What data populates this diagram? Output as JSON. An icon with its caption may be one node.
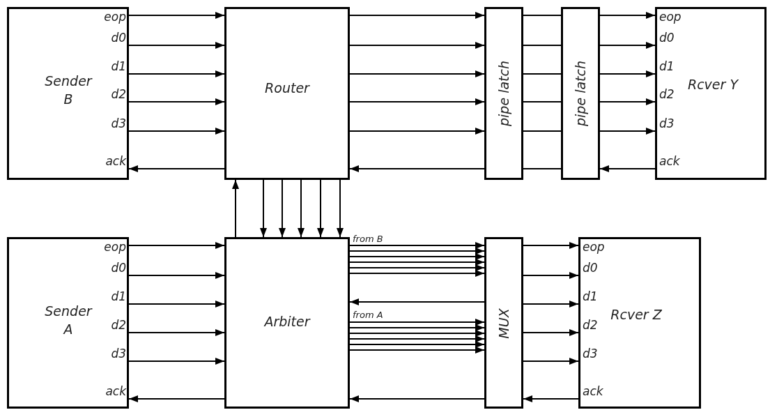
{
  "diagram": {
    "nodes": [
      {
        "text": [
          "Sender B"
        ]
      },
      {
        "text": [
          "Router"
        ]
      },
      {
        "text": [
          "pipe latch"
        ]
      },
      {
        "text": [
          "pipe latch"
        ]
      },
      {
        "text": [
          "Rcver Y"
        ]
      },
      {
        "text": [
          "Sender A"
        ]
      },
      {
        "text": [
          "Arbiter"
        ]
      },
      {
        "text": [
          "MUX"
        ]
      },
      {
        "text": [
          "Rcver Z"
        ]
      }
    ],
    "edges": [
      {
        "from": 0,
        "to": 1,
        "arrow": "to"
      },
      {
        "from": 0,
        "to": 1,
        "arrow": "to"
      },
      {
        "from": 0,
        "to": 1,
        "arrow": "to"
      },
      {
        "from": 0,
        "to": 1,
        "arrow": "to"
      },
      {
        "from": 0,
        "to": 1,
        "arrow": "to"
      },
      {
        "from": 1,
        "to": 0,
        "arrow": "to"
      },
      {
        "from": 1,
        "to": 2,
        "arrow": "to"
      },
      {
        "from": 1,
        "to": 2,
        "arrow": "to"
      },
      {
        "from": 1,
        "to": 2,
        "arrow": "to"
      },
      {
        "from": 1,
        "to": 2,
        "arrow": "to"
      },
      {
        "from": 1,
        "to": 2,
        "arrow": "to"
      },
      {
        "from": 2,
        "to": 1,
        "arrow": "to"
      },
      {
        "from": 2,
        "to": 3,
        "arrow": "none"
      },
      {
        "from": 2,
        "to": 3,
        "arrow": "none"
      },
      {
        "from": 2,
        "to": 3,
        "arrow": "none"
      },
      {
        "from": 2,
        "to": 3,
        "arrow": "none"
      },
      {
        "from": 2,
        "to": 3,
        "arrow": "none"
      },
      {
        "from": 2,
        "to": 3,
        "arrow": "none"
      },
      {
        "from": 3,
        "to": 4,
        "arrow": "to"
      },
      {
        "from": 3,
        "to": 4,
        "arrow": "to"
      },
      {
        "from": 3,
        "to": 4,
        "arrow": "to"
      },
      {
        "from": 3,
        "to": 4,
        "arrow": "to"
      },
      {
        "from": 3,
        "to": 4,
        "arrow": "to"
      },
      {
        "from": 4,
        "to": 3,
        "arrow": "to"
      },
      {
        "from": 6,
        "to": 1,
        "arrow": "to"
      },
      {
        "from": 1,
        "to": 6,
        "arrow": "to"
      },
      {
        "from": 1,
        "to": 6,
        "arrow": "to"
      },
      {
        "from": 1,
        "to": 6,
        "arrow": "to"
      },
      {
        "from": 1,
        "to": 6,
        "arrow": "to"
      },
      {
        "from": 1,
        "to": 6,
        "arrow": "to"
      },
      {
        "from": 5,
        "to": 6,
        "arrow": "to"
      },
      {
        "from": 5,
        "to": 6,
        "arrow": "to"
      },
      {
        "from": 5,
        "to": 6,
        "arrow": "to"
      },
      {
        "from": 5,
        "to": 6,
        "arrow": "to"
      },
      {
        "from": 5,
        "to": 6,
        "arrow": "to"
      },
      {
        "from": 6,
        "to": 5,
        "arrow": "to"
      },
      {
        "from": 6,
        "to": 7,
        "arrow": "to"
      },
      {
        "from": 6,
        "to": 7,
        "arrow": "to"
      },
      {
        "from": 6,
        "to": 7,
        "arrow": "to"
      },
      {
        "from": 6,
        "to": 7,
        "arrow": "to"
      },
      {
        "from": 6,
        "to": 7,
        "arrow": "to"
      },
      {
        "from": 6,
        "to": 7,
        "arrow": "to"
      },
      {
        "from": 7,
        "to": 6,
        "arrow": "to"
      },
      {
        "from": 6,
        "to": 7,
        "arrow": "to"
      },
      {
        "from": 6,
        "to": 7,
        "arrow": "to"
      },
      {
        "from": 6,
        "to": 7,
        "arrow": "to"
      },
      {
        "from": 6,
        "to": 7,
        "arrow": "to"
      },
      {
        "from": 6,
        "to": 7,
        "arrow": "to"
      },
      {
        "from": 6,
        "to": 7,
        "arrow": "to"
      },
      {
        "from": 7,
        "to": 6,
        "arrow": "to"
      },
      {
        "from": 7,
        "to": 8,
        "arrow": "to"
      },
      {
        "from": 7,
        "to": 8,
        "arrow": "to"
      },
      {
        "from": 7,
        "to": 8,
        "arrow": "to"
      },
      {
        "from": 7,
        "to": 8,
        "arrow": "to"
      },
      {
        "from": 7,
        "to": 8,
        "arrow": "to"
      },
      {
        "from": 8,
        "to": 7,
        "arrow": "to"
      }
    ],
    "labels": [
      "eop",
      "d0",
      "d1",
      "d2",
      "d3",
      "ack",
      "eop",
      "d0",
      "d1",
      "d2",
      "d3",
      "ack",
      "from B",
      "from A",
      "eop",
      "d0",
      "d1",
      "d2",
      "d3",
      "ack",
      "eop",
      "d0",
      "d1",
      "d2",
      "d3",
      "ack"
    ]
  }
}
